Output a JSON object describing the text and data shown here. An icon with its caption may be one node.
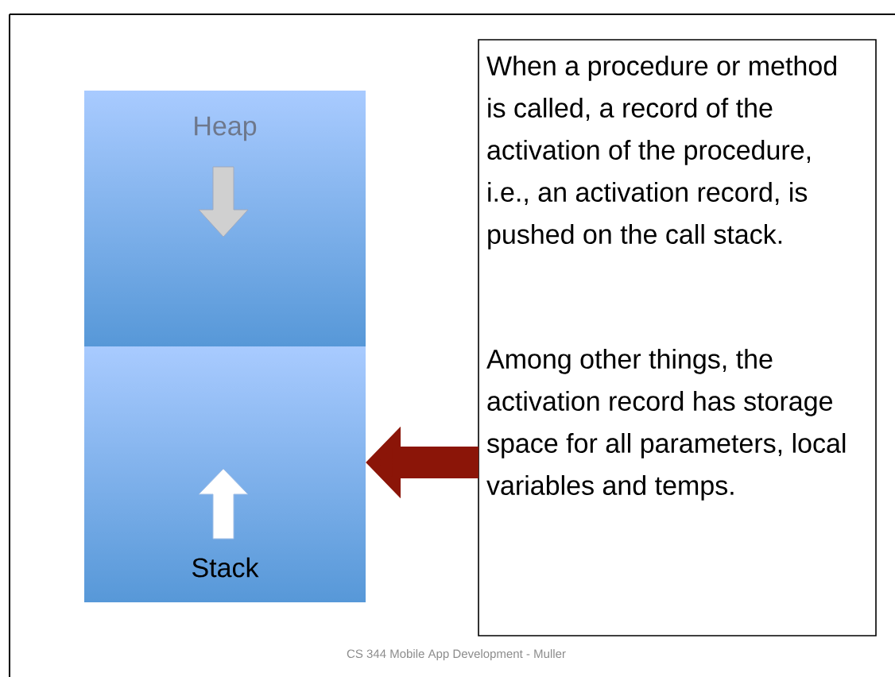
{
  "diagram": {
    "nodes": [
      {
        "text": [
          "Heap"
        ]
      },
      {
        "text": [
          "Stack"
        ]
      },
      {
        "text": [
          "When a procedure or method is called, a record of the activation of the procedure, i.e., an activation record, is pushed on the call stack.",
          "Among other things, the activation record has storage space for all parameters, local variables and temps."
        ]
      }
    ],
    "edges": [
      {
        "from": 2,
        "to": 1,
        "arrow": "to",
        "color": "#8b1508"
      }
    ],
    "labels": [
      "CS 344 Mobile App Development - Muller"
    ]
  }
}
